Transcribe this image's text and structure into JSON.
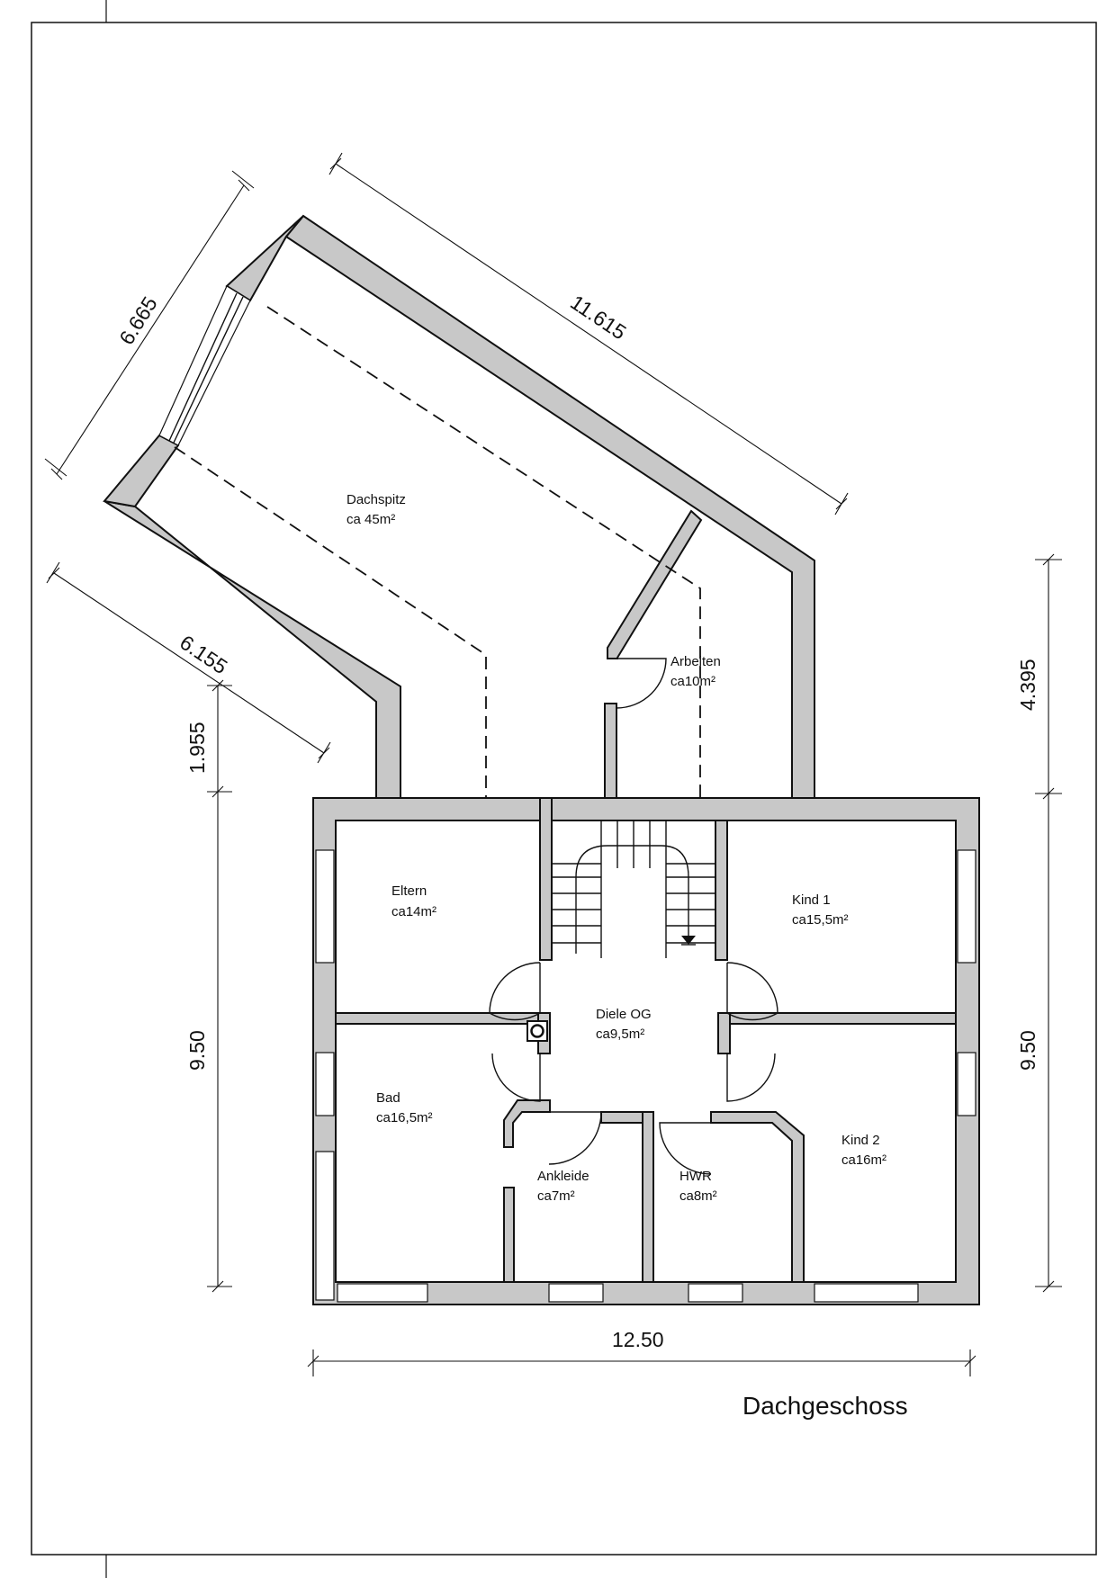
{
  "rooms": {
    "dachspitz": {
      "name": "Dachspitz",
      "area": "ca 45m²"
    },
    "arbeiten": {
      "name": "Arbeiten",
      "area": "ca10m²"
    },
    "eltern": {
      "name": "Eltern",
      "area": "ca14m²"
    },
    "kind1": {
      "name": "Kind 1",
      "area": "ca15,5m²"
    },
    "diele": {
      "name": "Diele OG",
      "area": "ca9,5m²"
    },
    "bad": {
      "name": "Bad",
      "area": "ca16,5m²"
    },
    "ankleide": {
      "name": "Ankleide",
      "area": "ca7m²"
    },
    "hwr": {
      "name": "HWR",
      "area": "ca8m²"
    },
    "kind2": {
      "name": "Kind 2",
      "area": "ca16m²"
    }
  },
  "dimensions": {
    "wing_width": "6.665",
    "wing_length": "11.615",
    "wing_inner": "6.155",
    "connector": "1.955",
    "right_upper": "4.395",
    "house_depth_left": "9.50",
    "house_depth_right": "9.50",
    "house_width": "12.50"
  },
  "title": "Dachgeschoss"
}
